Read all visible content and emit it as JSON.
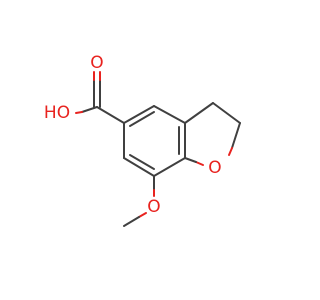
{
  "molecule": {
    "atoms": [
      {
        "id": "o_carbonyl",
        "element": "O",
        "label": "O",
        "color": "#e8231f"
      },
      {
        "id": "oh_acid",
        "element": "O",
        "label": "HO",
        "color": "#e8231f"
      },
      {
        "id": "o_furan",
        "element": "O",
        "label": "O",
        "color": "#e8231f"
      },
      {
        "id": "o_methoxy",
        "element": "O",
        "label": "O",
        "color": "#e8231f"
      }
    ],
    "bond_color": "#404040",
    "heteroatom_color": "#e8231f"
  }
}
